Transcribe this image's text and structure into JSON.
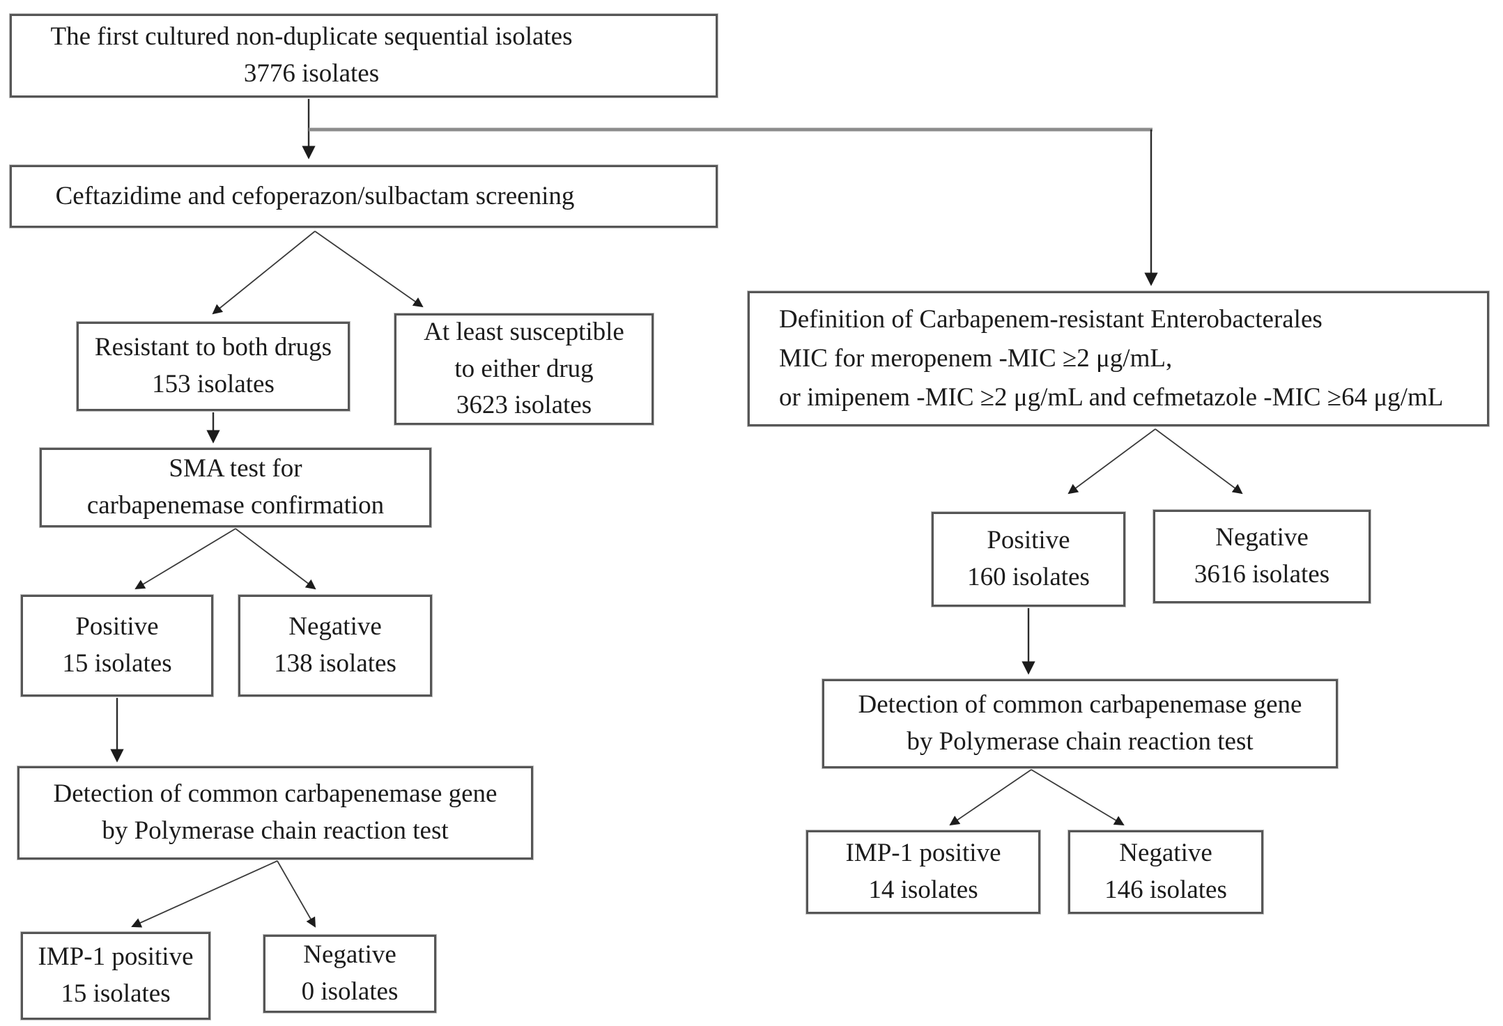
{
  "figure": {
    "background_color": "#ffffff",
    "text_color": "#1b1b1b",
    "box_border_color": "#565656",
    "arrow_color": "#2b2b2b",
    "diagonal_line_color": "#3a3a3a",
    "branch_line_color": "#8c8c8c"
  },
  "boxes": {
    "first_isolates": {
      "text": "The first cultured non-duplicate sequential isolates\n3776 isolates"
    },
    "screening": {
      "text": "Ceftazidime and cefoperazon/sulbactam screening"
    },
    "resistant": {
      "text": "Resistant to both drugs\n153 isolates"
    },
    "susceptible": {
      "text": "At least susceptible\nto either drug\n3623 isolates"
    },
    "sma_test": {
      "text": "SMA test for\ncarbapenemase confirmation"
    },
    "sma_positive": {
      "text": "Positive\n15 isolates"
    },
    "sma_negative": {
      "text": "Negative\n138 isolates"
    },
    "pcr_left": {
      "text": "Detection of common carbapenemase gene\nby Polymerase chain reaction test"
    },
    "imp_left": {
      "text": "IMP-1 positive\n15 isolates"
    },
    "pcr_left_negative": {
      "text": "Negative\n0 isolates"
    },
    "cre_definition": {
      "text": "Definition of Carbapenem-resistant Enterobacterales\nMIC for meropenem -MIC ≥2 μg/mL,\nor imipenem -MIC ≥2 μg/mL and cefmetazole -MIC ≥64 μg/mL"
    },
    "cre_positive": {
      "text": "Positive\n160 isolates"
    },
    "cre_negative": {
      "text": "Negative\n3616 isolates"
    },
    "pcr_right": {
      "text": "Detection of common carbapenemase gene\nby Polymerase chain reaction test"
    },
    "imp_right": {
      "text": "IMP-1 positive\n14 isolates"
    },
    "pcr_right_negative": {
      "text": "Negative\n146 isolates"
    }
  }
}
